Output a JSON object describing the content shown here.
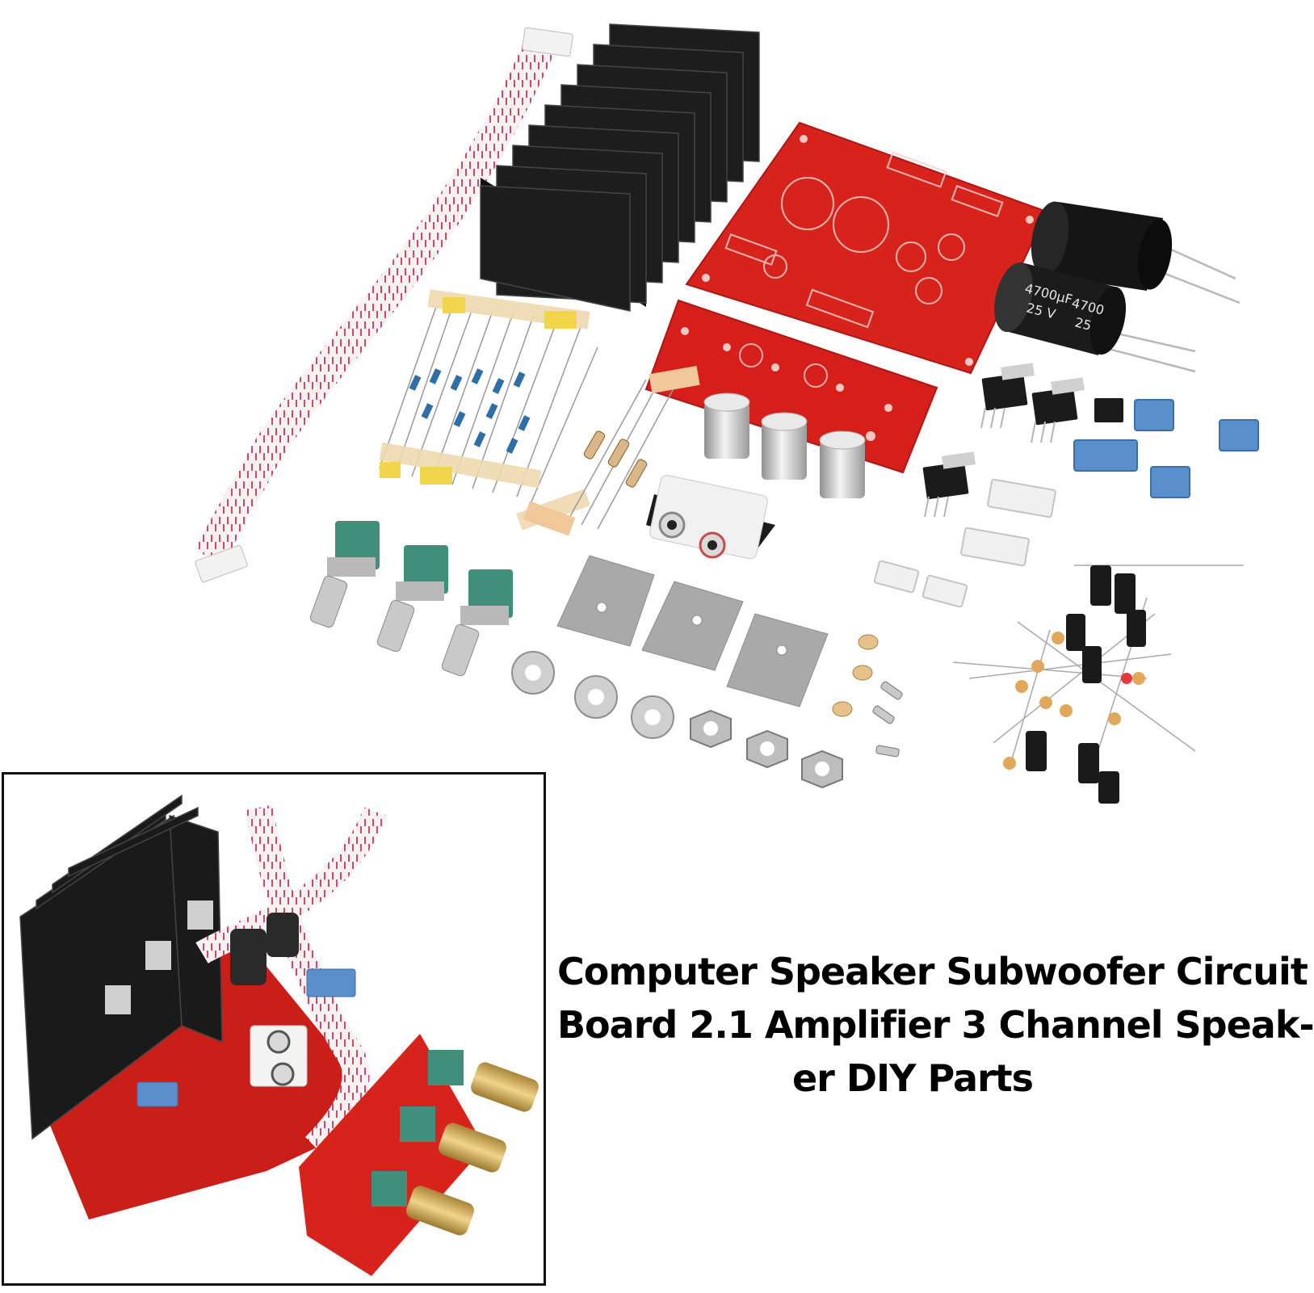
{
  "product": {
    "title_lines": [
      "Computer Speaker Subwoofer Circuit",
      "Board 2.1 Amplifier 3 Channel Speak-",
      "er DIY Parts"
    ]
  },
  "components": {
    "capacitor_large_a": {
      "capacity": "4700μF",
      "voltage": "25 V"
    },
    "capacitor_large_b": {
      "capacity": "4700",
      "voltage": "25"
    }
  },
  "colors": {
    "pcb_red": "#d8231d",
    "heatsink_black": "#1a1a1a",
    "pot_green": "#3f8f7a",
    "terminal_blue": "#5b8fcb",
    "frame_black": "#111111"
  }
}
